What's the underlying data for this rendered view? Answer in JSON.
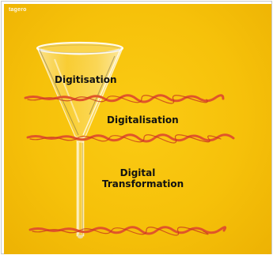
{
  "brand": {
    "logo_text": "tagero"
  },
  "stages": [
    {
      "label": "Digitisation"
    },
    {
      "label": "Digitalisation"
    },
    {
      "label": "Digital Transformation"
    }
  ],
  "colors": {
    "background": "#F6C30A",
    "divider_line": "#E0552A",
    "label_text": "#121212"
  },
  "icons": {
    "funnel": "glass-funnel-icon",
    "divider": "torn-line-divider"
  }
}
